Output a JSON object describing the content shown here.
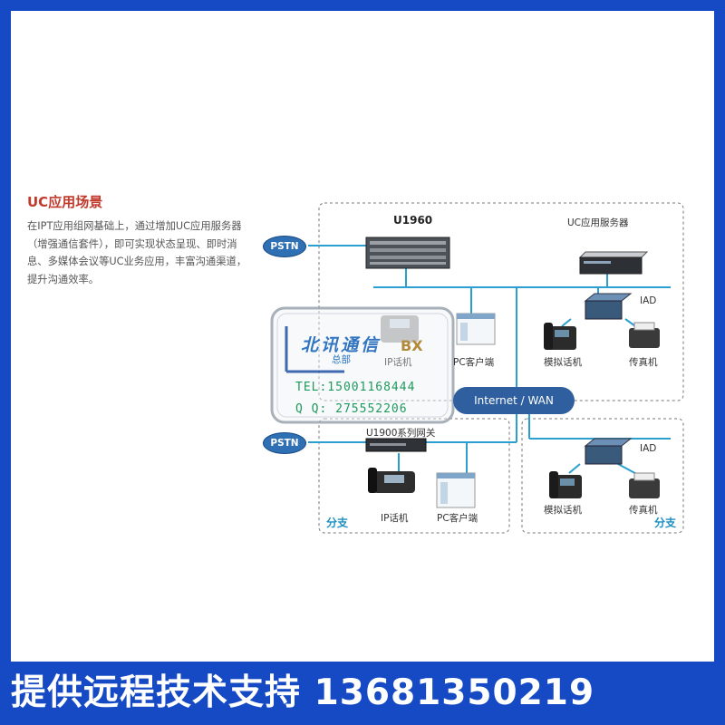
{
  "panel": {
    "title": "UC应用场景",
    "description": "在IPT应用组网基础上，通过增加UC应用服务器（增强通信套件），即可实现状态呈现、即时消息、多媒体会议等UC业务应用，丰富沟通渠道，提升沟通效率。"
  },
  "diagram": {
    "hq_device": "U1960",
    "uc_server": "UC应用服务器",
    "pstn": "PSTN",
    "iad": "IAD",
    "analog_phone": "模拟话机",
    "fax": "传真机",
    "ip_phone": "IP话机",
    "pc_client": "PC客户端",
    "internet": "Internet / WAN",
    "branch_gateway": "U1900系列网关",
    "branch": "分支",
    "line_color": "#2a9fd0",
    "box_border": "#777777"
  },
  "watermark": {
    "brand": "北讯通信",
    "brand_suffix": "BX",
    "hq": "总部",
    "tel": "TEL:15001168444",
    "qq": "Q Q: 275552206"
  },
  "footer": {
    "text": "提供远程技术支持 13681350219"
  }
}
